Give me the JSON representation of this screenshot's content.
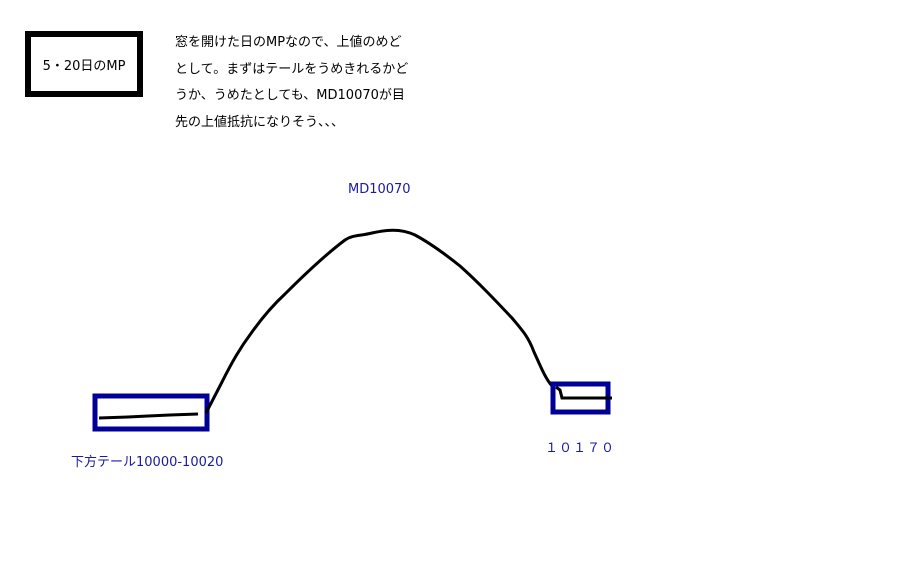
{
  "title_box": {
    "label": "5・20日のMP"
  },
  "note": {
    "lines": [
      "窓を開けた日のMPなので、上値のめど",
      "として。まずはテールをうめきれるかど",
      "うか、うめたとしても、MD10070が目",
      "先の上値抵抗になりそう、、、"
    ]
  },
  "labels": {
    "peak": "MD10070",
    "lower_tail": "下方テール10000-10020",
    "right_level": "１０１７０"
  },
  "colors": {
    "box": "#000099",
    "line": "#000000",
    "label": "#1a1aa0"
  }
}
